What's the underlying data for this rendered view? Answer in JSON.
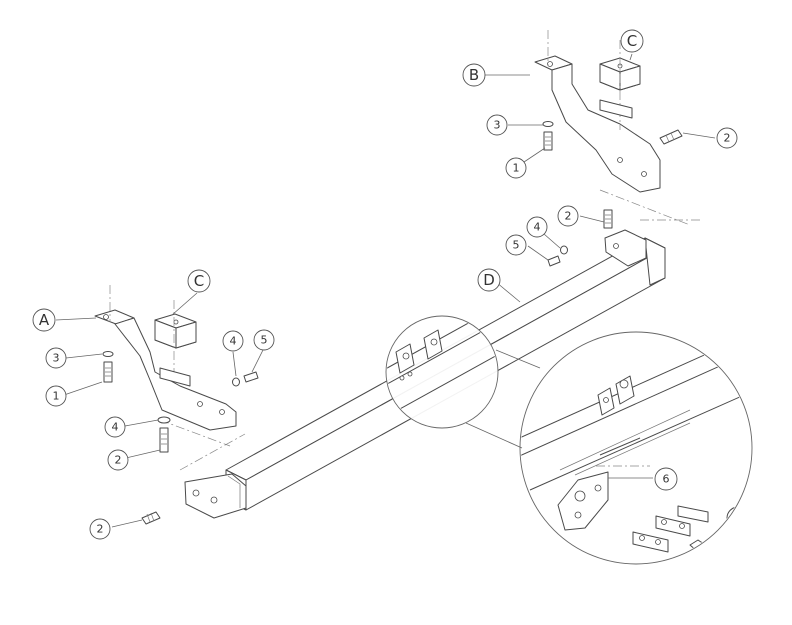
{
  "diagram": {
    "part_labels": {
      "a": "A",
      "b": "B",
      "c_top": "C",
      "c_left": "C",
      "d": "D"
    },
    "callouts": {
      "top_3": "3",
      "top_1": "1",
      "top_2_right": "2",
      "top_2_mid": "2",
      "mid_4": "4",
      "mid_5": "5",
      "left_3": "3",
      "left_1": "1",
      "left_4_upper": "4",
      "left_5": "5",
      "left_4_lower": "4",
      "left_2_lower": "2",
      "left_2_bottom": "2",
      "detail_6": "6"
    }
  }
}
